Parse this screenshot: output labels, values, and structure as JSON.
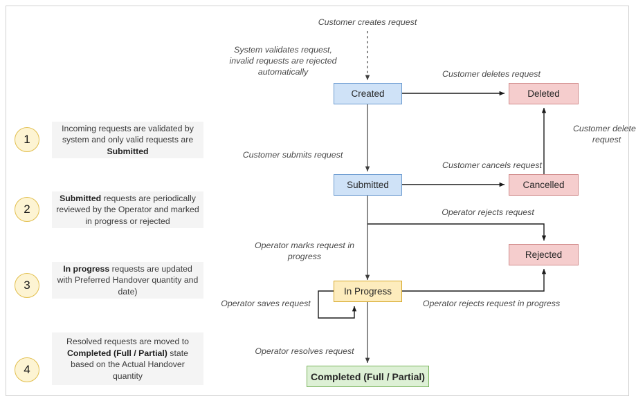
{
  "legend": {
    "items": [
      {
        "number": "1",
        "html": "Incoming requests are validated by system and only valid requests are <b>Submitted</b>",
        "text": "Incoming requests are validated by system and only valid requests are Submitted"
      },
      {
        "number": "2",
        "html": "<b>Submitted</b> requests are periodically reviewed by the Operator and marked in progress or rejected",
        "text": "Submitted requests are periodically reviewed by the Operator and marked in progress or rejected"
      },
      {
        "number": "3",
        "html": "<b>In progress</b> requests are updated with Preferred Handover quantity and date)",
        "text": "In progress requests are updated with Preferred Handover quantity and date)"
      },
      {
        "number": "4",
        "html": "Resolved requests are moved to <b>Completed (Full / Partial)</b> state based on the Actual Handover quantity",
        "text": "Resolved requests are moved to Completed (Full / Partial) state based on the Actual Handover quantity"
      }
    ]
  },
  "diagram": {
    "type": "state-machine",
    "nodes": [
      {
        "id": "created",
        "label": "Created",
        "style": "blue",
        "fill": "#cfe2f7",
        "stroke": "#6a9ad0"
      },
      {
        "id": "deleted",
        "label": "Deleted",
        "style": "pink",
        "fill": "#f5cdcd",
        "stroke": "#d08a8a"
      },
      {
        "id": "submitted",
        "label": "Submitted",
        "style": "blue",
        "fill": "#cfe2f7",
        "stroke": "#6a9ad0"
      },
      {
        "id": "cancelled",
        "label": "Cancelled",
        "style": "pink",
        "fill": "#f5cdcd",
        "stroke": "#d08a8a"
      },
      {
        "id": "rejected",
        "label": "Rejected",
        "style": "pink",
        "fill": "#f5cdcd",
        "stroke": "#d08a8a"
      },
      {
        "id": "inprogress",
        "label": "In Progress",
        "style": "yellow",
        "fill": "#fdecbd",
        "stroke": "#d6a829"
      },
      {
        "id": "completed",
        "label": "Completed (Full / Partial)",
        "style": "green",
        "fill": "#ddf0d5",
        "stroke": "#79b35c"
      }
    ],
    "transitions": [
      {
        "id": "start-created",
        "label": "Customer creates request",
        "from": "",
        "to": "created",
        "line": "dashed"
      },
      {
        "id": "created-validate",
        "label": "System validates request,\ninvalid requests are rejected\nautomatically",
        "from": "created",
        "to": "submitted",
        "line": "solid"
      },
      {
        "id": "created-deleted",
        "label": "Customer deletes request",
        "from": "created",
        "to": "deleted",
        "line": "solid"
      },
      {
        "id": "submitted-deleted",
        "label": "Customer deletes\nrequest",
        "from": "submitted",
        "to": "deleted",
        "line": "solid"
      },
      {
        "id": "created-submitted",
        "label": "Customer submits request",
        "from": "created",
        "to": "submitted",
        "line": "solid"
      },
      {
        "id": "submitted-cancelled",
        "label": "Customer cancels request",
        "from": "submitted",
        "to": "cancelled",
        "line": "solid"
      },
      {
        "id": "submitted-rejected",
        "label": "Operator rejects request",
        "from": "submitted",
        "to": "rejected",
        "line": "solid"
      },
      {
        "id": "submitted-inprogress",
        "label": "Operator marks request in\nprogress",
        "from": "submitted",
        "to": "inprogress",
        "line": "solid"
      },
      {
        "id": "inprogress-self",
        "label": "Operator saves request",
        "from": "inprogress",
        "to": "inprogress",
        "line": "solid"
      },
      {
        "id": "inprogress-rejected",
        "label": "Operator rejects request in progress",
        "from": "inprogress",
        "to": "rejected",
        "line": "solid"
      },
      {
        "id": "inprogress-completed",
        "label": "Operator resolves request",
        "from": "inprogress",
        "to": "completed",
        "line": "solid"
      }
    ]
  }
}
